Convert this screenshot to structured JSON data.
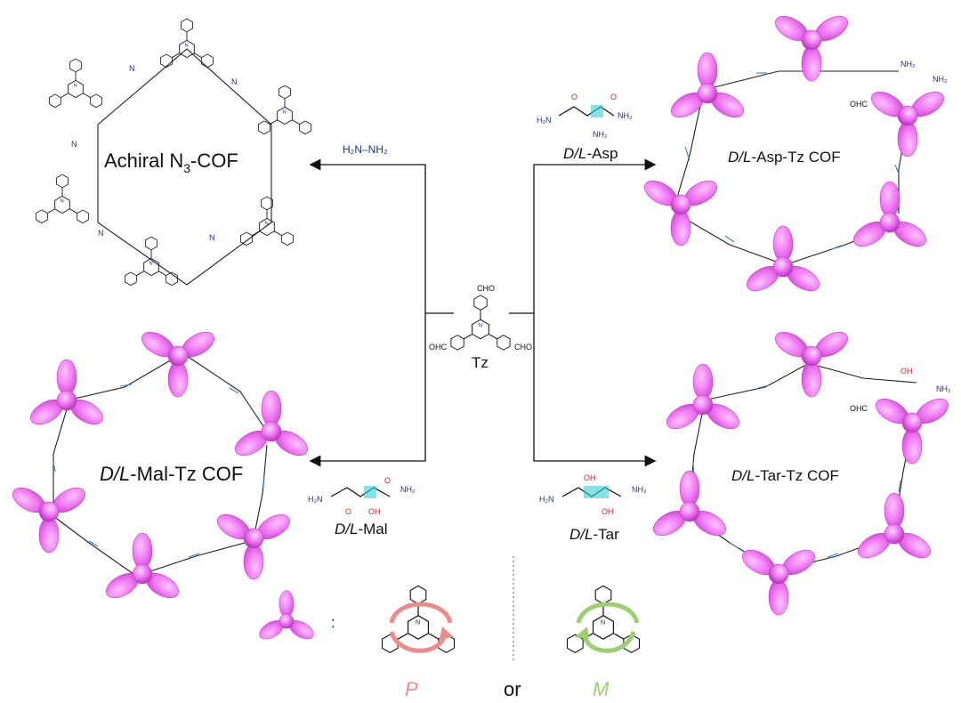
{
  "labels": {
    "achiral_cof": "Achiral N",
    "achiral_cof_sub": "3",
    "achiral_cof_tail": "-COF",
    "asp_cof_italic": "D/L",
    "asp_cof_rest": "-Asp-Tz COF",
    "mal_cof_italic": "D/L",
    "mal_cof_rest": "-Mal-Tz COF",
    "tar_cof_italic": "D/L",
    "tar_cof_rest": "-Tar-Tz COF",
    "center": "Tz",
    "hydrazine": "H₂N–NH₂",
    "asp_italic": "D/L",
    "asp_rest": "-Asp",
    "mal_italic": "D/L",
    "mal_rest": "-Mal",
    "tar_italic": "D/L",
    "tar_rest": "-Tar",
    "cho": "CHO",
    "ohc": "OHC",
    "p_label": "P",
    "m_label": "M",
    "or_label": "or",
    "colon": ":",
    "nh2": "NH₂",
    "h2n": "H₂N",
    "oh": "OH",
    "o": "O",
    "n": "N",
    "h": "H"
  },
  "colors": {
    "lobe": "#f27ef5",
    "lobe_edge": "#c53cc9",
    "linker_n": "#3a7fd0",
    "nitrogen": "#1a2f9e",
    "oxygen": "#d1232a",
    "chiral_highlight": "#34d1d8",
    "p_arrow": "#ef8a8a",
    "m_arrow": "#9ccf6e"
  }
}
